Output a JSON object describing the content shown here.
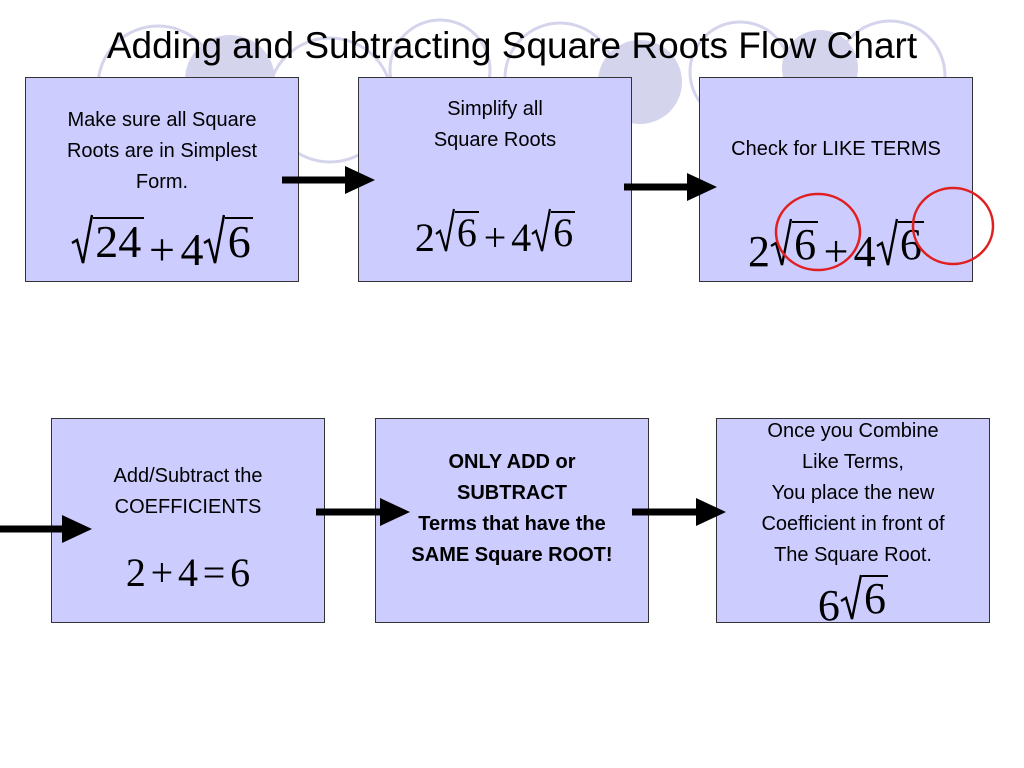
{
  "title": "Adding and Subtracting Square Roots Flow Chart",
  "steps": [
    {
      "lines": [
        "Make sure all Square",
        "Roots are in Simplest",
        "Form."
      ],
      "expr": {
        "rad1": "24",
        "op": "+",
        "coef2": "4",
        "rad2": "6"
      }
    },
    {
      "lines": [
        "Simplify all",
        "Square Roots"
      ],
      "expr": {
        "coef1": "2",
        "rad1": "6",
        "op": "+",
        "coef2": "4",
        "rad2": "6"
      }
    },
    {
      "lines": [
        "Check for LIKE TERMS"
      ],
      "expr": {
        "coef1": "2",
        "rad1": "6",
        "op": "+",
        "coef2": "4",
        "rad2": "6"
      },
      "highlight_color": "#e02020"
    },
    {
      "lines": [
        "Add/Subtract the",
        "COEFFICIENTS"
      ],
      "expr": {
        "a": "2",
        "op1": "+",
        "b": "4",
        "op2": "=",
        "c": "6"
      }
    },
    {
      "lines": [
        "ONLY ADD or",
        "SUBTRACT",
        "Terms that have the",
        "SAME Square ROOT!"
      ]
    },
    {
      "lines": [
        "Once you Combine",
        "Like Terms,",
        "You place the new",
        "Coefficient in front of",
        "The Square Root."
      ],
      "expr": {
        "coef1": "6",
        "rad1": "6"
      }
    }
  ],
  "colors": {
    "box_fill": "#ccccff",
    "arrow": "#000000",
    "circle": "#e02020",
    "decor": "#d4d4ec"
  }
}
